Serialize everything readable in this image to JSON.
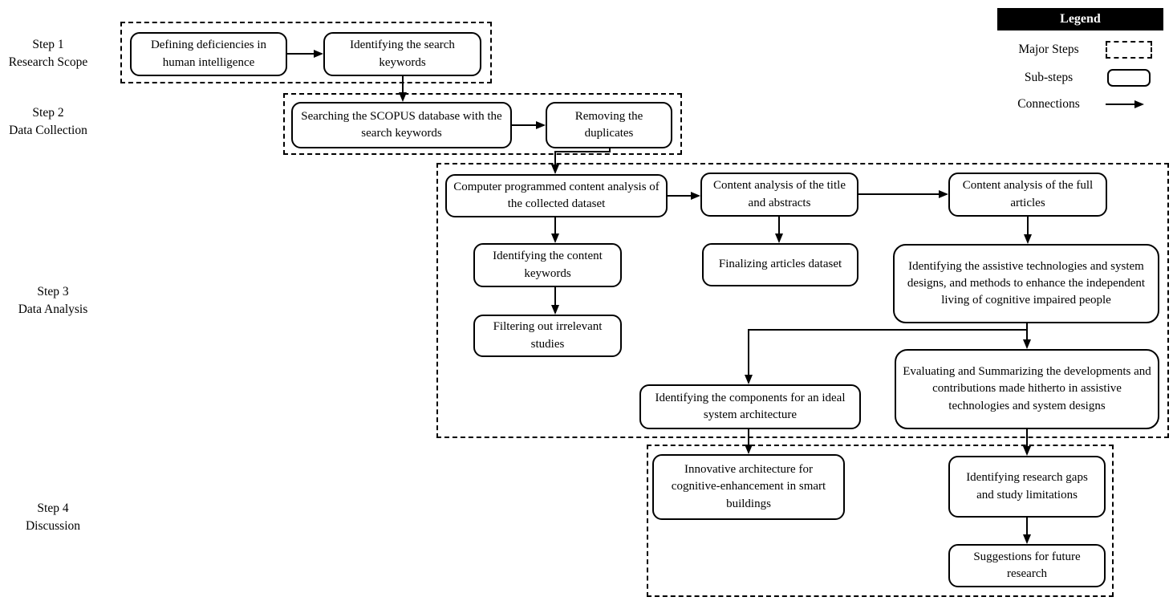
{
  "colors": {
    "ink": "#000000",
    "background": "#ffffff",
    "legend_header_bg": "#000000",
    "legend_header_text": "#ffffff"
  },
  "step_labels": [
    {
      "line1": "Step 1",
      "line2": "Research Scope"
    },
    {
      "line1": "Step 2",
      "line2": "Data Collection"
    },
    {
      "line1": "Step 3",
      "line2": "Data Analysis"
    },
    {
      "line1": "Step 4",
      "line2": "Discussion"
    }
  ],
  "nodes": [
    {
      "id": "defining-deficiencies",
      "step": 1,
      "label": "Defining deficiencies in human intelligence"
    },
    {
      "id": "identifying-search-keywords",
      "step": 1,
      "label": "Identifying the search keywords"
    },
    {
      "id": "searching-scopus",
      "step": 2,
      "label": "Searching the SCOPUS database with the search keywords"
    },
    {
      "id": "removing-duplicates",
      "step": 2,
      "label": "Removing the duplicates"
    },
    {
      "id": "computer-programmed-analysis",
      "step": 3,
      "label": "Computer programmed content analysis of the collected dataset"
    },
    {
      "id": "content-analysis-title-abstracts",
      "step": 3,
      "label": "Content analysis of the title and abstracts"
    },
    {
      "id": "content-analysis-full-articles",
      "step": 3,
      "label": "Content analysis of the full articles"
    },
    {
      "id": "identifying-content-keywords",
      "step": 3,
      "label": "Identifying the content keywords"
    },
    {
      "id": "filtering-irrelevant-studies",
      "step": 3,
      "label": "Filtering out irrelevant studies"
    },
    {
      "id": "finalizing-articles-dataset",
      "step": 3,
      "label": "Finalizing articles dataset"
    },
    {
      "id": "identifying-assistive-technologies",
      "step": 3,
      "label": "Identifying the assistive technologies and system designs, and methods to enhance the independent living of cognitive impaired people"
    },
    {
      "id": "identifying-components-ideal-architecture",
      "step": 3,
      "label": "Identifying the components for an ideal system architecture"
    },
    {
      "id": "evaluating-summarizing",
      "step": 3,
      "label": "Evaluating and Summarizing the developments and contributions made hitherto in assistive technologies and system designs"
    },
    {
      "id": "innovative-architecture",
      "step": 4,
      "label": "Innovative architecture for cognitive-enhancement in smart buildings"
    },
    {
      "id": "identifying-research-gaps",
      "step": 4,
      "label": "Identifying research gaps and study limitations"
    },
    {
      "id": "suggestions-future-research",
      "step": 4,
      "label": "Suggestions for future research"
    }
  ],
  "connections": [
    {
      "from": "defining-deficiencies",
      "to": "identifying-search-keywords"
    },
    {
      "from": "identifying-search-keywords",
      "to": "searching-scopus"
    },
    {
      "from": "searching-scopus",
      "to": "removing-duplicates"
    },
    {
      "from": "removing-duplicates",
      "to": "computer-programmed-analysis"
    },
    {
      "from": "computer-programmed-analysis",
      "to": "content-analysis-title-abstracts"
    },
    {
      "from": "content-analysis-title-abstracts",
      "to": "content-analysis-full-articles"
    },
    {
      "from": "computer-programmed-analysis",
      "to": "identifying-content-keywords"
    },
    {
      "from": "identifying-content-keywords",
      "to": "filtering-irrelevant-studies"
    },
    {
      "from": "content-analysis-title-abstracts",
      "to": "finalizing-articles-dataset"
    },
    {
      "from": "content-analysis-full-articles",
      "to": "identifying-assistive-technologies"
    },
    {
      "from": "identifying-assistive-technologies",
      "to": "identifying-components-ideal-architecture"
    },
    {
      "from": "identifying-assistive-technologies",
      "to": "evaluating-summarizing"
    },
    {
      "from": "identifying-components-ideal-architecture",
      "to": "innovative-architecture"
    },
    {
      "from": "evaluating-summarizing",
      "to": "identifying-research-gaps"
    },
    {
      "from": "identifying-research-gaps",
      "to": "suggestions-future-research"
    }
  ],
  "legend": {
    "title": "Legend",
    "items": [
      {
        "label": "Major Steps",
        "symbol": "dashed-rectangle"
      },
      {
        "label": "Sub-steps",
        "symbol": "rounded-rectangle"
      },
      {
        "label": "Connections",
        "symbol": "arrow"
      }
    ]
  }
}
